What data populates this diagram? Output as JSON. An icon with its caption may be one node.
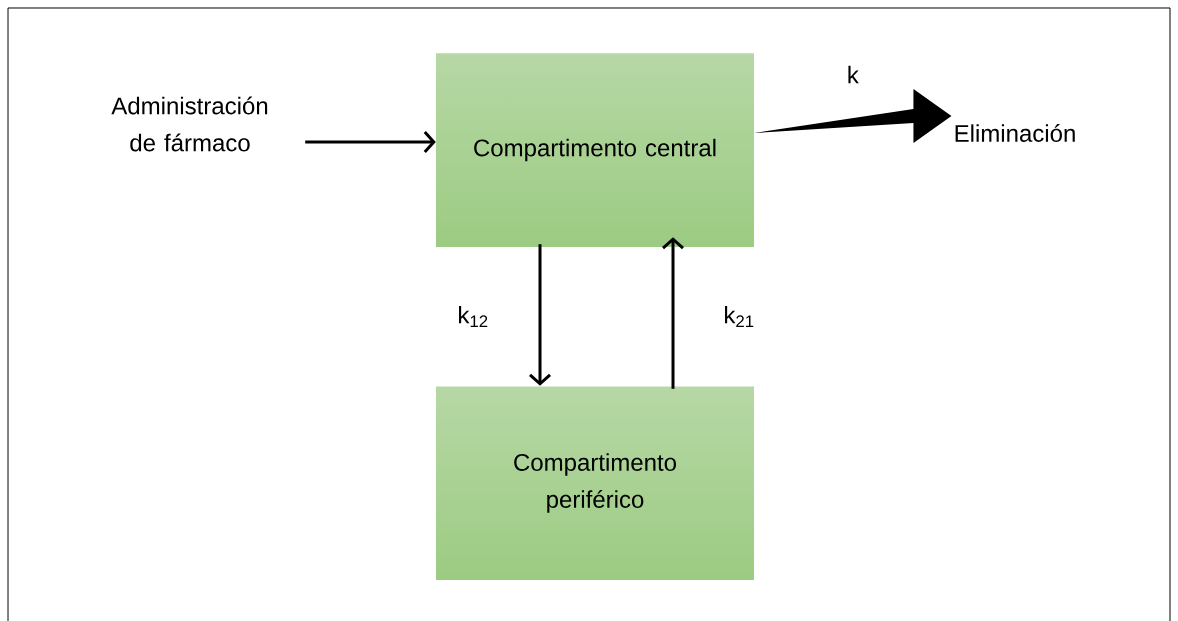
{
  "diagram": {
    "nodes": [
      {
        "text": [
          "Administración de fármaco"
        ]
      },
      {
        "text": [
          "Compartimento central"
        ]
      },
      {
        "text": [
          "Eliminación"
        ]
      },
      {
        "text": [
          "Compartimento periférico"
        ]
      }
    ],
    "edges": [
      {
        "from": 0,
        "to": 1,
        "arrow": "to"
      },
      {
        "from": 1,
        "to": 2,
        "arrow": "to",
        "label": "k",
        "style": "thick"
      },
      {
        "from": 1,
        "to": 3,
        "arrow": "to",
        "label": "k$_{12}$"
      },
      {
        "from": 3,
        "to": 1,
        "arrow": "to",
        "label": "k$_{21}$"
      }
    ]
  }
}
